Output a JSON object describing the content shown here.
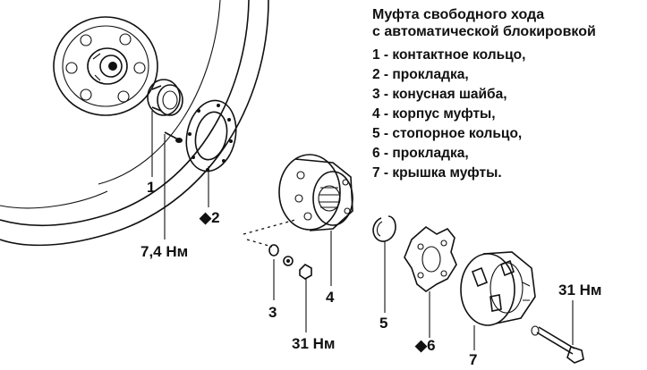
{
  "title": {
    "line1": "Муфта свободного хода",
    "line2": "с автоматической блокировкой"
  },
  "legend": [
    "1 - контактное кольцо,",
    "2 - прокладка,",
    "3 - конусная шайба,",
    "4 - корпус муфты,",
    "5 - стопорное кольцо,",
    "6 - прокладка,",
    "7 - крышка муфты."
  ],
  "callouts": {
    "c1": "1",
    "c2": "◆2",
    "c3": "3",
    "c4": "4",
    "c5": "5",
    "c6": "◆6",
    "c7": "7",
    "torque_a": "7,4 Нм",
    "torque_b": "31 Нм",
    "torque_c": "31 Нм"
  }
}
